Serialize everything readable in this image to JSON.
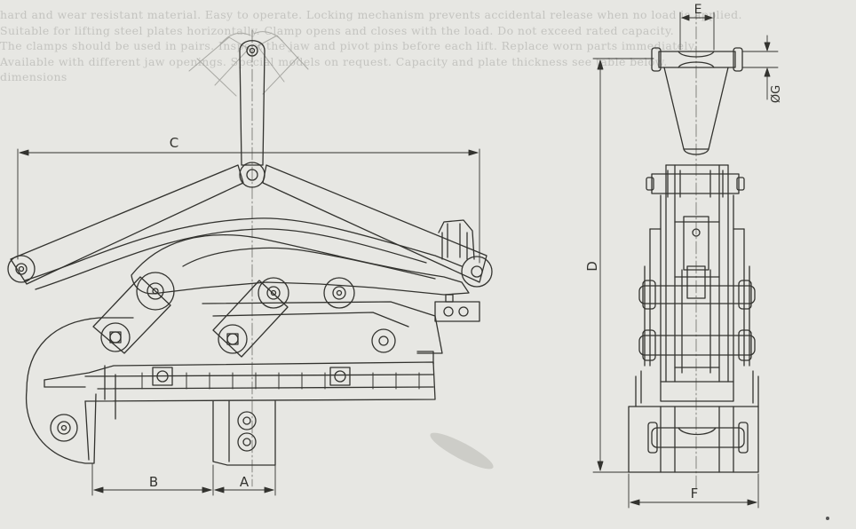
{
  "show_through_text": [
    "hard and wear resistant material. Easy to operate. Locking mechanism prevents accidental release when no load is applied.",
    "Suitable for lifting steel plates horizontally. Clamp opens and closes with the load. Do not exceed rated capacity.",
    "The clamps should be used in pairs. Inspect the jaw and pivot pins before each lift. Replace worn parts immediately.",
    "Available with different jaw openings. Special models on request. Capacity and plate thickness see table below.",
    "dimensions"
  ],
  "dimension_labels": {
    "A": "A",
    "B": "B",
    "C": "C",
    "D": "D",
    "E": "E",
    "F": "F",
    "G": "ØG"
  },
  "colors": {
    "paper": "#e7e7e3",
    "line": "#33332f",
    "centerline": "#5a5a55",
    "ghost": "#a9a9a4"
  }
}
